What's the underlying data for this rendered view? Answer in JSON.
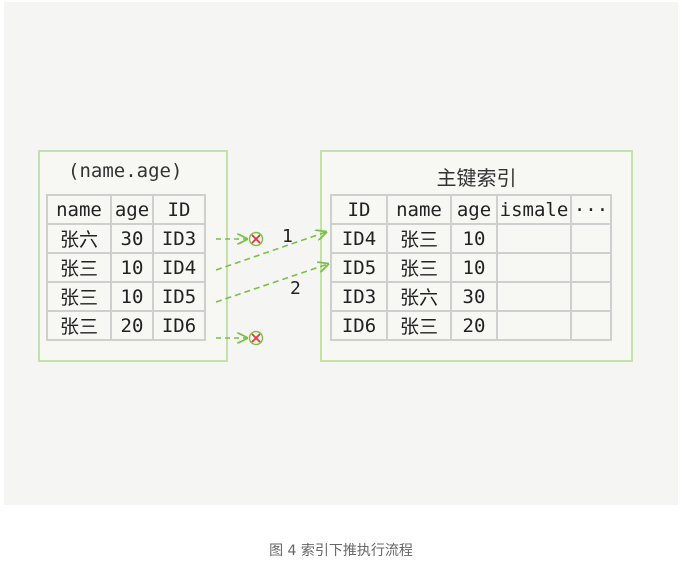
{
  "left_index": {
    "title": "(name.age)",
    "headers": [
      "name",
      "age",
      "ID"
    ],
    "rows": [
      [
        "张六",
        "30",
        "ID3"
      ],
      [
        "张三",
        "10",
        "ID4"
      ],
      [
        "张三",
        "10",
        "ID5"
      ],
      [
        "张三",
        "20",
        "ID6"
      ]
    ]
  },
  "primary_index": {
    "title": "主键索引",
    "headers": [
      "ID",
      "name",
      "age",
      "ismale",
      "···"
    ],
    "rows": [
      [
        "ID4",
        "张三",
        "10",
        "",
        ""
      ],
      [
        "ID5",
        "张三",
        "10",
        "",
        ""
      ],
      [
        "ID3",
        "张六",
        "30",
        "",
        ""
      ],
      [
        "ID6",
        "张三",
        "20",
        "",
        ""
      ]
    ]
  },
  "steps": [
    "1",
    "2"
  ],
  "colors": {
    "arrow": "#7ac143",
    "reject": "#e8343a",
    "box_border": "#c5e0a8"
  },
  "caption": "图 4 索引下推执行流程"
}
